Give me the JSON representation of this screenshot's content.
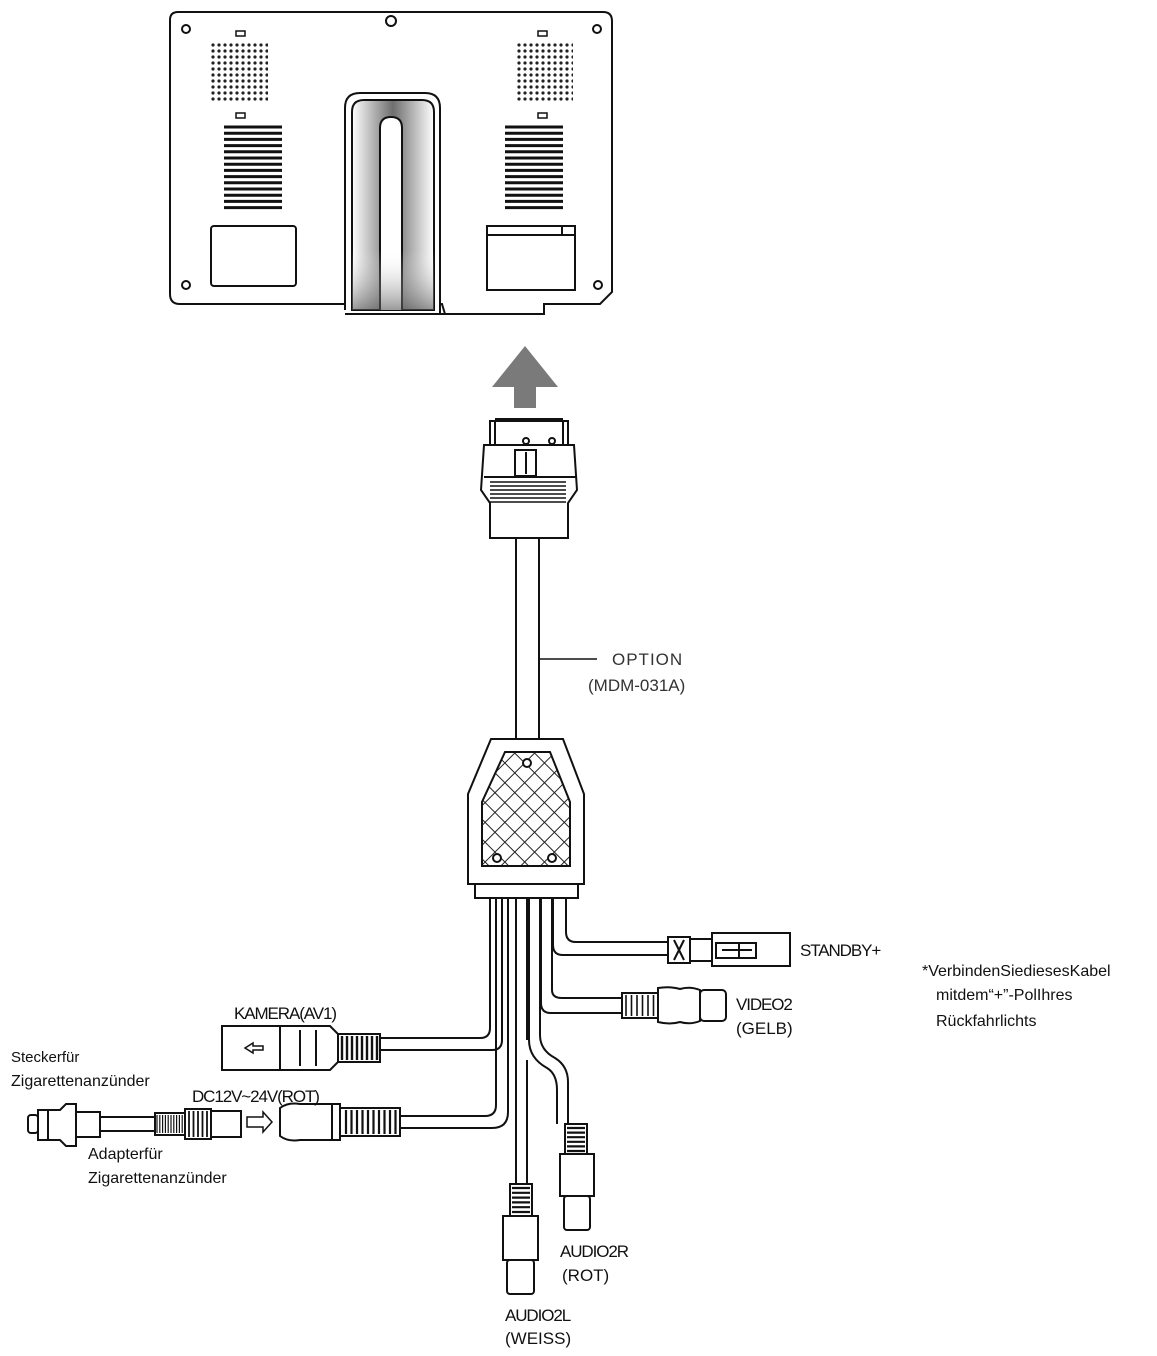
{
  "labels": {
    "option_line1": "OPTION",
    "option_line2": "(MDM-031A)",
    "standby": "STANDBY+",
    "note_line1": "*VerbindenSiediesesKabel",
    "note_line2": "mitdem“+”-PolIhres",
    "note_line3": "Rückfahrlichts",
    "video2_line1": "VIDEO2",
    "video2_line2": "(GELB)",
    "kamera": "KAMERA(AV1)",
    "stecker_line1": "Steckerfür",
    "stecker_line2": "Zigarettenanzünder",
    "dc_power": "DC12V~24V(ROT)",
    "adapter_line1": "Adapterfür",
    "adapter_line2": "Zigarettenanzünder",
    "audio2r_line1": "AUDIO2R",
    "audio2r_line2": "(ROT)",
    "audio2l_line1": "AUDIO2L",
    "audio2l_line2": "(WEISS)"
  },
  "colors": {
    "stroke": "#111111",
    "arrow": "#7a7a7a",
    "shade": "#8c8c8c"
  }
}
